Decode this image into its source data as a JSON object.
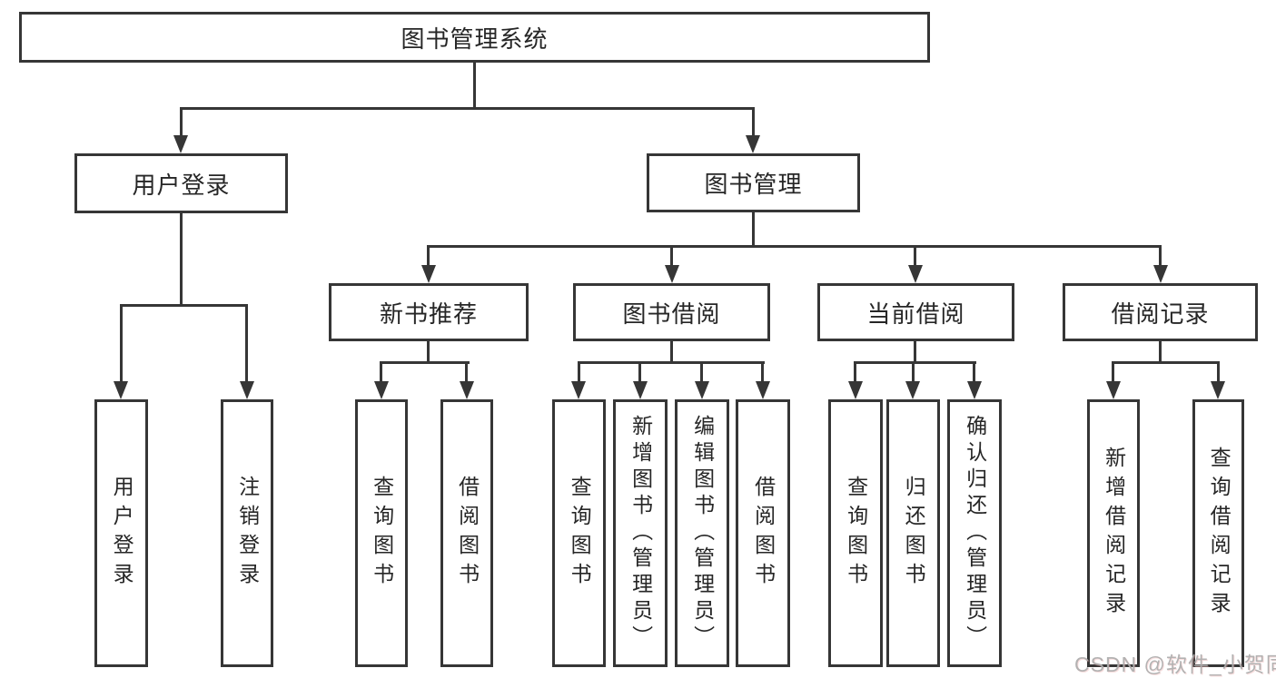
{
  "title": "图书管理系统",
  "watermark": "CSDN @软件_小贺同学",
  "colors": {
    "line": "#363636",
    "text": "#262626",
    "background": "#ffffff",
    "watermark": "#adadad"
  },
  "nodes": {
    "root": {
      "label": "图书管理系统"
    },
    "user_login": {
      "label": "用户登录"
    },
    "book_management": {
      "label": "图书管理"
    },
    "new_book_rec": {
      "label": "新书推荐"
    },
    "book_borrow": {
      "label": "图书借阅"
    },
    "current_borrow": {
      "label": "当前借阅"
    },
    "borrow_records": {
      "label": "借阅记录"
    },
    "leaf_user_login": {
      "label": "用户登录"
    },
    "leaf_logout": {
      "label": "注销登录"
    },
    "leaf_query_books_rec": {
      "label": "查询图书"
    },
    "leaf_borrow_books_rec": {
      "label": "借阅图书"
    },
    "leaf_query_books_borrow": {
      "label": "查询图书"
    },
    "leaf_add_books": {
      "label": "新增图书（管理员）"
    },
    "leaf_edit_books": {
      "label": "编辑图书（管理员）"
    },
    "leaf_borrow_books_borrow": {
      "label": "借阅图书"
    },
    "leaf_query_books_current": {
      "label": "查询图书"
    },
    "leaf_return_books": {
      "label": "归还图书"
    },
    "leaf_confirm_return": {
      "label": "确认归还（管理员）"
    },
    "leaf_add_borrow_record": {
      "label": "新增借阅记录"
    },
    "leaf_query_borrow_record": {
      "label": "查询借阅记录"
    }
  },
  "hierarchy": {
    "图书管理系统": {
      "用户登录": [
        "用户登录",
        "注销登录"
      ],
      "图书管理": {
        "新书推荐": [
          "查询图书",
          "借阅图书"
        ],
        "图书借阅": [
          "查询图书",
          "新增图书（管理员）",
          "编辑图书（管理员）",
          "借阅图书"
        ],
        "当前借阅": [
          "查询图书",
          "归还图书",
          "确认归还（管理员）"
        ],
        "借阅记录": [
          "新增借阅记录",
          "查询借阅记录"
        ]
      }
    }
  }
}
